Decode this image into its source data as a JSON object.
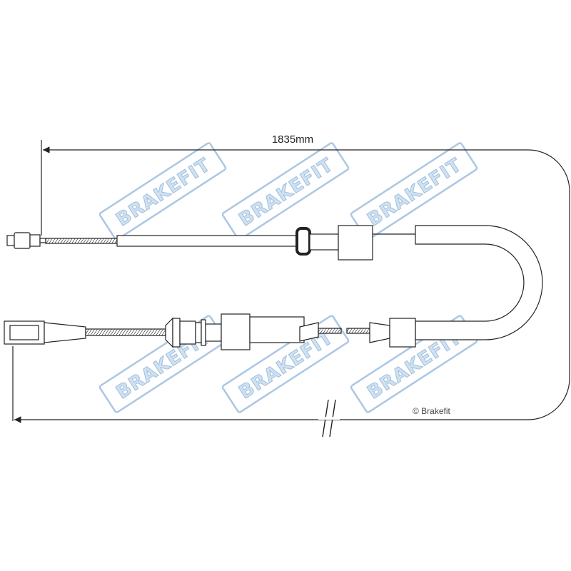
{
  "diagram": {
    "dimension_label": "1835mm",
    "copyright": "© Brakefit"
  },
  "watermark": {
    "text": "BRAKEFIT",
    "fill_color": "#c8dcef",
    "stroke_color": "#8fb4d9"
  },
  "colors": {
    "line": "#222222",
    "cable": "#555555"
  }
}
